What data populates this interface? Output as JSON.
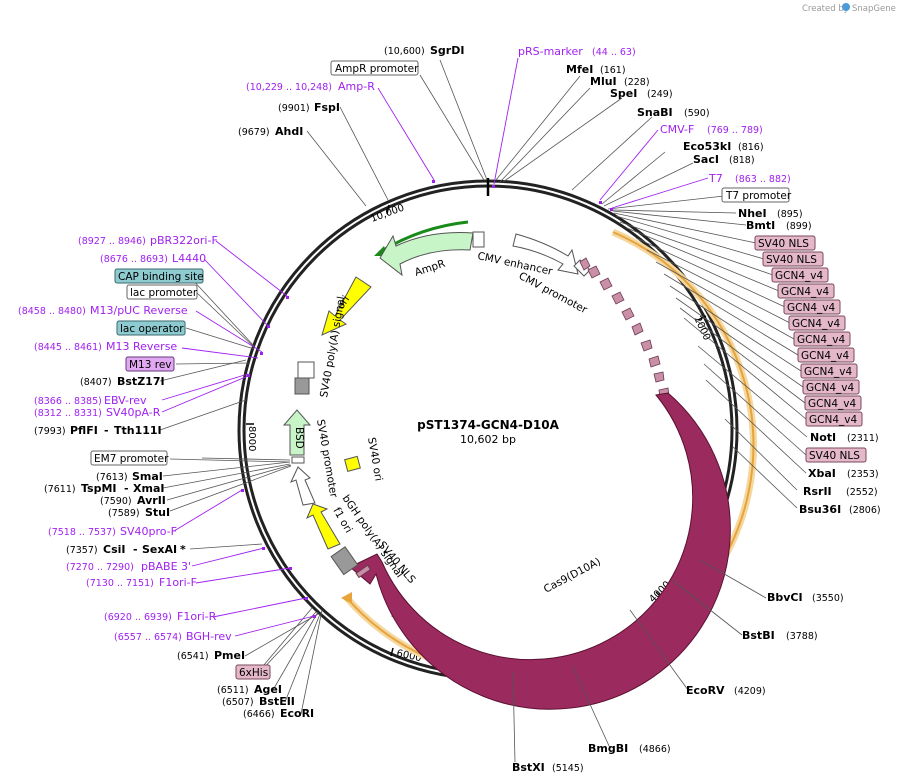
{
  "credit": {
    "prefix": "Created by",
    "brand": "SnapGene"
  },
  "plasmid": {
    "name": "pST1374-GCN4-D10A",
    "length_label": "10,602 bp"
  },
  "ticks": [
    "10,000",
    "2000",
    "4000",
    "6000",
    "8000"
  ],
  "enzymes": [
    {
      "name": "SgrDI",
      "pos": "(10,600)"
    },
    {
      "name": "MfeI",
      "pos": "(161)"
    },
    {
      "name": "MluI",
      "pos": "(228)"
    },
    {
      "name": "SpeI",
      "pos": "(249)"
    },
    {
      "name": "SnaBI",
      "pos": "(590)"
    },
    {
      "name": "Eco53kI",
      "pos": "(816)"
    },
    {
      "name": "SacI",
      "pos": "(818)"
    },
    {
      "name": "NheI",
      "pos": "(895)"
    },
    {
      "name": "BmtI",
      "pos": "(899)"
    },
    {
      "name": "NotI",
      "pos": "(2311)"
    },
    {
      "name": "XbaI",
      "pos": "(2353)"
    },
    {
      "name": "RsrII",
      "pos": "(2552)"
    },
    {
      "name": "Bsu36I",
      "pos": "(2806)"
    },
    {
      "name": "BbvCI",
      "pos": "(3550)"
    },
    {
      "name": "BstBI",
      "pos": "(3788)"
    },
    {
      "name": "EcoRV",
      "pos": "(4209)"
    },
    {
      "name": "BmgBI",
      "pos": "(4866)"
    },
    {
      "name": "BstXI",
      "pos": "(5145)"
    },
    {
      "name": "FspI",
      "pos": "(9901)"
    },
    {
      "name": "AhdI",
      "pos": "(9679)"
    },
    {
      "name": "BstZ17I",
      "pos": "(8407)"
    },
    {
      "name": "PflFI",
      "name2": "Tth111I",
      "pos": "(7993)"
    },
    {
      "name": "SmaI",
      "pos": "(7613)"
    },
    {
      "name": "TspMI",
      "name2": "XmaI",
      "pos": "(7611)"
    },
    {
      "name": "AvrII",
      "pos": "(7590)"
    },
    {
      "name": "StuI",
      "pos": "(7589)"
    },
    {
      "name": "CsiI",
      "name2": "SexAI",
      "star": "*",
      "pos": "(7357)"
    },
    {
      "name": "PmeI",
      "pos": "(6541)"
    },
    {
      "name": "AgeI",
      "pos": "(6511)"
    },
    {
      "name": "BstEII",
      "pos": "(6507)"
    },
    {
      "name": "EcoRI",
      "pos": "(6466)"
    }
  ],
  "primers": [
    {
      "name": "pRS-marker",
      "range": "(44 .. 63)"
    },
    {
      "name": "CMV-F",
      "range": "(769 .. 789)"
    },
    {
      "name": "T7",
      "range": "(863 .. 882)"
    },
    {
      "name": "Amp-R",
      "range": "(10,229 .. 10,248)"
    },
    {
      "name": "pBR322ori-F",
      "range": "(8927 .. 8946)"
    },
    {
      "name": "L4440",
      "range": "(8676 .. 8693)"
    },
    {
      "name": "M13/pUC Reverse",
      "range": "(8458 .. 8480)"
    },
    {
      "name": "M13 Reverse",
      "range": "(8445 .. 8461)"
    },
    {
      "name": "EBV-rev",
      "range": "(8366 .. 8385)"
    },
    {
      "name": "SV40pA-R",
      "range": "(8312 .. 8331)"
    },
    {
      "name": "SV40pro-F",
      "range": "(7518 .. 7537)"
    },
    {
      "name": "pBABE 3'",
      "range": "(7270 .. 7290)"
    },
    {
      "name": "F1ori-F",
      "range": "(7130 .. 7151)"
    },
    {
      "name": "F1ori-R",
      "range": "(6920 .. 6939)"
    },
    {
      "name": "BGH-rev",
      "range": "(6557 .. 6574)"
    }
  ],
  "boxed_labels": [
    {
      "text": "AmpR promoter",
      "style": "white"
    },
    {
      "text": "T7 promoter",
      "style": "white"
    },
    {
      "text": "SV40 NLS",
      "style": "pink"
    },
    {
      "text": "SV40 NLS",
      "style": "pink"
    },
    {
      "text": "GCN4_v4",
      "style": "pink"
    },
    {
      "text": "GCN4_v4",
      "style": "pink"
    },
    {
      "text": "GCN4_v4",
      "style": "pink"
    },
    {
      "text": "GCN4_v4",
      "style": "pink"
    },
    {
      "text": "GCN4_v4",
      "style": "pink"
    },
    {
      "text": "GCN4_v4",
      "style": "pink"
    },
    {
      "text": "GCN4_v4",
      "style": "pink"
    },
    {
      "text": "GCN4_v4",
      "style": "pink"
    },
    {
      "text": "GCN4_v4",
      "style": "pink"
    },
    {
      "text": "GCN4_v4",
      "style": "pink"
    },
    {
      "text": "SV40 NLS",
      "style": "pink"
    },
    {
      "text": "CAP binding site",
      "style": "teal"
    },
    {
      "text": "lac promoter",
      "style": "white"
    },
    {
      "text": "lac operator",
      "style": "teal"
    },
    {
      "text": "M13 rev",
      "style": "violet"
    },
    {
      "text": "EM7 promoter",
      "style": "white"
    },
    {
      "text": "6xHis",
      "style": "pink"
    }
  ],
  "features": [
    {
      "label": "AmpR",
      "color": "#c8f5c8"
    },
    {
      "label": "ori",
      "color": "#ffff00"
    },
    {
      "label": "CMV enhancer",
      "color": "#ffffff"
    },
    {
      "label": "CMV promoter",
      "color": "#ffffff"
    },
    {
      "label": "Cas9(D10A)",
      "color": "#9b2a5e"
    },
    {
      "label": "SV40 poly(A) signal",
      "color": "#999999"
    },
    {
      "label": "BSD",
      "color": "#c8f5c8"
    },
    {
      "label": "SV40 promoter",
      "color": "#ffffff"
    },
    {
      "label": "SV40 ori",
      "color": "#ffff00"
    },
    {
      "label": "f1 ori",
      "color": "#ffff00"
    },
    {
      "label": "bGH poly(A) signal",
      "color": "#999999"
    },
    {
      "label": "SV40 NLS",
      "color": "#c98fa7"
    }
  ],
  "colors": {
    "primer": "#a020f0",
    "orf": "#e8a33a",
    "pink_box": "#e4b8c8",
    "teal_box": "#8ecbd0",
    "violet_box": "#e0a8f0"
  }
}
